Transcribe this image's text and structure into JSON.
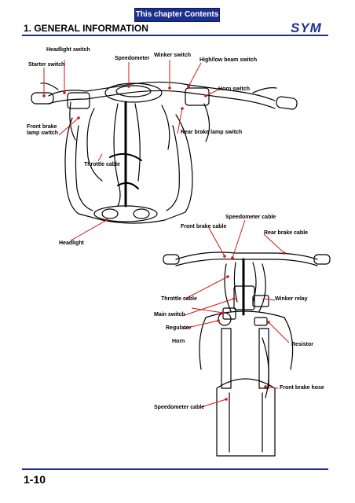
{
  "header": {
    "tab_label": "This chapter Contents",
    "chapter_title": "1. GENERAL INFORMATION",
    "logo_text": "SYM"
  },
  "footer": {
    "page_number": "1-10"
  },
  "colors": {
    "accent": "#1d2f8c",
    "callout": "#d01818"
  },
  "figure_top": {
    "labels": {
      "headlight_switch": "Headlight switch",
      "starter_switch": "Starter switch",
      "speedometer": "Speedometer",
      "winker_switch": "Winker switch",
      "high_low_beam_switch": "High/low beam switch",
      "horn_switch": "Horn switch",
      "front_brake_lamp_switch": "Front brake lamp switch",
      "rear_brake_lamp_switch": "Rear brake lamp switch",
      "throttle_cable": "Throttle cable",
      "headlight": "Headlight"
    }
  },
  "figure_bottom": {
    "labels": {
      "speedometer_cable_top": "Speedometer cable",
      "front_brake_cable": "Front brake cable",
      "rear_brake_cable": "Rear brake cable",
      "throttle_cable": "Throttle cable",
      "winker_relay": "Winker relay",
      "main_switch": "Main switch",
      "regulator": "Regulator",
      "horn": "Horn",
      "resistor": "Resistor",
      "speedometer_cable_bottom": "Speedometer cable",
      "front_brake_hose": "Front brake hose"
    }
  }
}
